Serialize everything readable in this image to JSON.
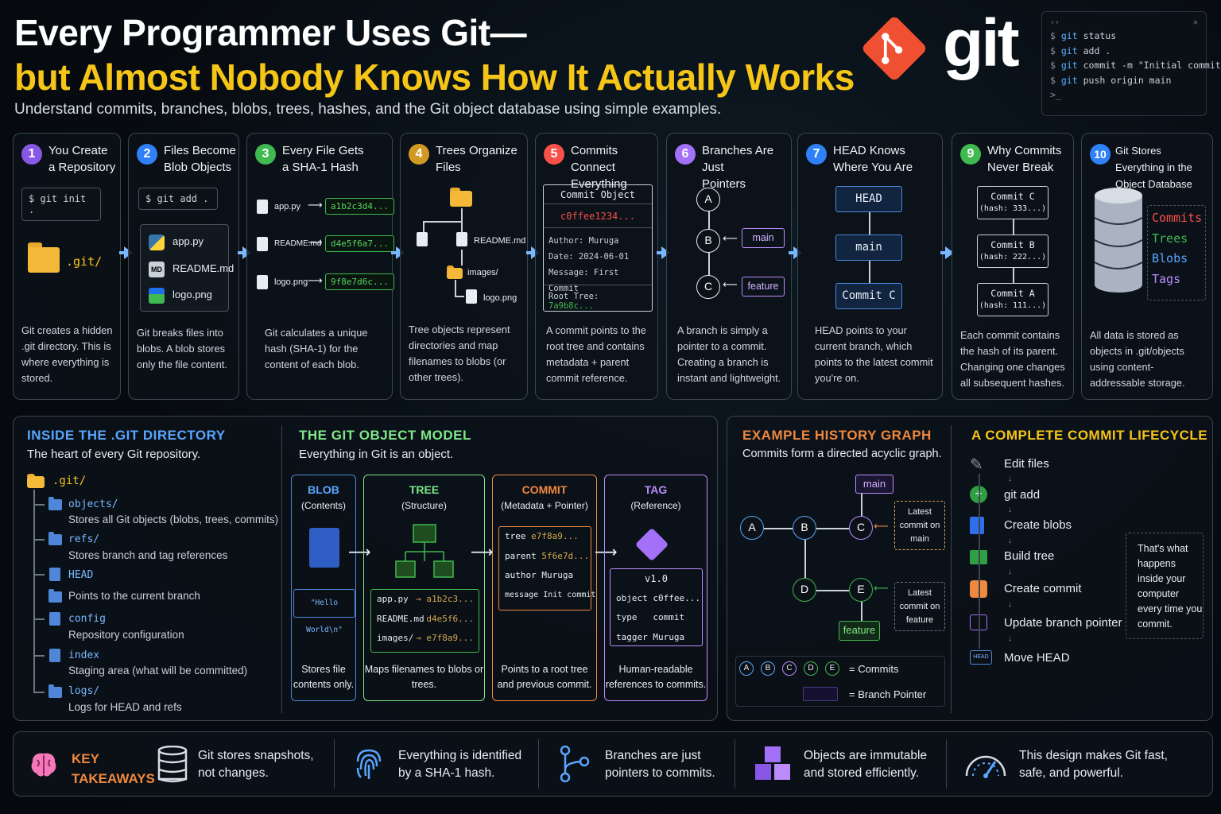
{
  "header": {
    "title_line1": "Every Programmer Uses Git—",
    "title_line2": "but Almost Nobody Knows How It Actually Works",
    "subtitle": "Understand commits, branches, blobs, trees, hashes, and the Git object database using simple examples.",
    "logo_text": "git"
  },
  "terminal": {
    "lines": [
      {
        "prompt": "$",
        "cmd": "git",
        "args": "status"
      },
      {
        "prompt": "$",
        "cmd": "git",
        "args": "add ."
      },
      {
        "prompt": "$",
        "cmd": "git",
        "args": "commit -m \"Initial commit\""
      },
      {
        "prompt": "$",
        "cmd": "git",
        "args": "push origin main"
      }
    ],
    "cursor": ">_"
  },
  "steps": [
    {
      "num": "1",
      "color": "#8957e5",
      "title": "You Create\na Repository",
      "cmd": "$ git init .",
      "folder_label": ".git/",
      "desc": "Git creates a hidden .git directory. This is where everything is stored."
    },
    {
      "num": "2",
      "color": "#2f81f7",
      "title": "Files Become\nBlob Objects",
      "cmd": "$ git add .",
      "files": [
        "app.py",
        "README.md",
        "logo.png"
      ],
      "desc": "Git breaks files into blobs. A blob stores only the file content."
    },
    {
      "num": "3",
      "color": "#3fb950",
      "title": "Every File Gets\na SHA-1 Hash",
      "hashes": [
        {
          "file": "app.py",
          "hash": "a1b2c3d4..."
        },
        {
          "file": "README.md",
          "hash": "d4e5f6a7..."
        },
        {
          "file": "logo.png",
          "hash": "9f8e7d6c..."
        }
      ],
      "desc": "Git calculates a unique hash (SHA-1) for the content of each blob."
    },
    {
      "num": "4",
      "color": "#d29922",
      "title": "Trees Organize\nFiles",
      "tree_files": [
        "README.md",
        "images/",
        "logo.png"
      ],
      "desc": "Tree objects represent directories and map filenames to blobs (or other trees)."
    },
    {
      "num": "5",
      "color": "#f85149",
      "title": "Commits Connect\nEverything",
      "commit_obj": {
        "header": "Commit Object",
        "hash": "c0ffee1234...",
        "author": "Author: Muruga",
        "date": "Date: 2024-06-01",
        "message": "Message: First Commit",
        "root_label": "Root Tree:",
        "root_hash": "7a9b8c..."
      },
      "desc": "A commit points to the root tree and contains metadata + parent commit reference."
    },
    {
      "num": "6",
      "color": "#a371f7",
      "title": "Branches Are Just\nPointers",
      "nodes": [
        "A",
        "B",
        "C"
      ],
      "branches": [
        "main",
        "feature"
      ],
      "desc": "A branch is simply a pointer to a commit. Creating a branch is instant and lightweight."
    },
    {
      "num": "7",
      "color": "#2f81f7",
      "title": "HEAD Knows\nWhere You Are",
      "boxes": [
        "HEAD",
        "main",
        "Commit C"
      ],
      "desc": "HEAD points to your current branch, which points to the latest commit you're on."
    },
    {
      "num": "9",
      "color": "#3fb950",
      "title": "Why Commits\nNever Break",
      "commits": [
        {
          "name": "Commit C",
          "hash": "(hash: 333...)"
        },
        {
          "name": "Commit B",
          "hash": "(hash: 222...)"
        },
        {
          "name": "Commit A",
          "hash": "(hash: 111...)"
        }
      ],
      "desc": "Each commit contains the hash of its parent. Changing one changes all subsequent hashes."
    },
    {
      "num": "10",
      "color": "#2f81f7",
      "title": "Git Stores Everything\nin the Object Database",
      "db_items": [
        {
          "label": "Commits",
          "color": "#f85149"
        },
        {
          "label": "Trees",
          "color": "#3fb950"
        },
        {
          "label": "Blobs",
          "color": "#58a6ff"
        },
        {
          "label": "Tags",
          "color": "#bc8cff"
        }
      ],
      "desc": "All data is stored as objects in .git/objects using content-addressable storage."
    }
  ],
  "git_directory": {
    "heading": "INSIDE THE .GIT DIRECTORY",
    "subheading": "The heart of every Git repository.",
    "root": ".git/",
    "items": [
      {
        "name": "objects/",
        "desc": "Stores all Git objects (blobs, trees, commits)"
      },
      {
        "name": "refs/",
        "desc": "Stores branch and tag references"
      },
      {
        "name": "HEAD",
        "desc": "Points to the current branch"
      },
      {
        "name": "config",
        "desc": "Repository configuration"
      },
      {
        "name": "index",
        "desc": "Staging area (what will be committed)"
      },
      {
        "name": "logs/",
        "desc": "Logs for HEAD and refs"
      }
    ]
  },
  "object_model": {
    "heading": "THE GIT OBJECT MODEL",
    "subheading": "Everything in Git is an object.",
    "blob": {
      "title": "BLOB",
      "sub": "(Contents)",
      "content": "\"Hello World\\n\"",
      "desc": "Stores file contents only.",
      "color": "#58a6ff"
    },
    "tree": {
      "title": "TREE",
      "sub": "(Structure)",
      "rows": [
        {
          "name": "app.py",
          "hash": "→ a1b2c3..."
        },
        {
          "name": "README.md",
          "hash": "d4e5f6..."
        },
        {
          "name": "images/",
          "hash": "→ e7f8a9..."
        }
      ],
      "desc": "Maps filenames to blobs or trees.",
      "color": "#7ee787"
    },
    "commit": {
      "title": "COMMIT",
      "sub": "(Metadata + Pointer)",
      "rows": [
        {
          "k": "tree",
          "v": "e7f8a9..."
        },
        {
          "k": "parent",
          "v": "5f6e7d..."
        },
        {
          "k": "author",
          "v": "Muruga"
        },
        {
          "k": "message",
          "v": "Init commit"
        }
      ],
      "desc": "Points to a root tree and previous commit.",
      "color": "#f0883e"
    },
    "tag": {
      "title": "TAG",
      "sub": "(Reference)",
      "version": "v1.0",
      "rows": [
        {
          "k": "object",
          "v": "c0ffee..."
        },
        {
          "k": "type",
          "v": "commit"
        },
        {
          "k": "tagger",
          "v": "Muruga"
        }
      ],
      "desc": "Human-readable references to commits.",
      "color": "#bc8cff"
    }
  },
  "history_graph": {
    "heading": "EXAMPLE HISTORY GRAPH",
    "subheading": "Commits form a directed acyclic graph.",
    "nodes": [
      "A",
      "B",
      "C",
      "D",
      "E"
    ],
    "main_label": "main",
    "feature_label": "feature",
    "note_main": "Latest commit on main",
    "note_feature": "Latest commit on feature",
    "legend_commits": "= Commits",
    "legend_branch": "= Branch Pointer"
  },
  "lifecycle": {
    "heading": "A COMPLETE COMMIT LIFECYCLE",
    "steps": [
      "Edit files",
      "git add",
      "Create blobs",
      "Build tree",
      "Create commit",
      "Update branch pointer",
      "Move HEAD"
    ],
    "note": "That's what happens inside your computer every time you commit."
  },
  "takeaways": {
    "label_line1": "KEY",
    "label_line2": "TAKEAWAYS",
    "items": [
      "Git stores snapshots, not changes.",
      "Everything is identified by a SHA-1 hash.",
      "Branches are just pointers to commits.",
      "Objects are immutable and stored efficiently.",
      "This design makes Git fast, safe, and powerful."
    ]
  }
}
